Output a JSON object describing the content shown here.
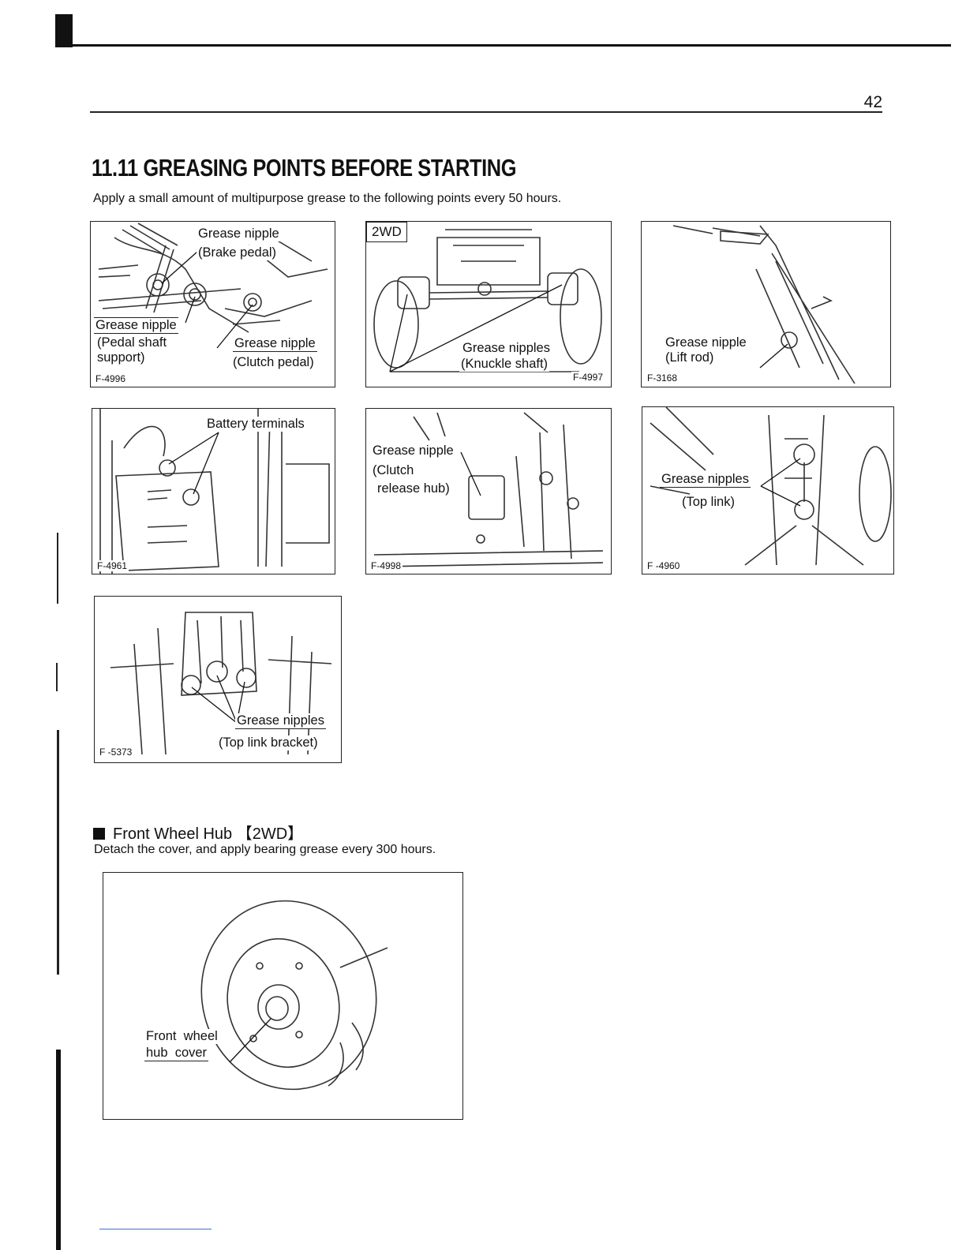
{
  "page": {
    "number": "42",
    "title": "11.11 GREASING POINTS BEFORE STARTING",
    "intro": "Apply a small amount of multipurpose grease to the following points every 50 hours."
  },
  "figures": [
    {
      "code": "F-4996",
      "labels": [
        "Grease nipple",
        "(Brake pedal)",
        "Grease nipple",
        "(Pedal shaft",
        "support)",
        "Grease nipple",
        "(Clutch pedal)"
      ]
    },
    {
      "code": "F-4997",
      "tag": "2WD",
      "labels": [
        "Grease nipples",
        "(Knuckle shaft)"
      ]
    },
    {
      "code": "F-3168",
      "labels": [
        "Grease nipple",
        "(Lift rod)"
      ]
    },
    {
      "code": "F-4961",
      "labels": [
        "Battery terminals"
      ]
    },
    {
      "code": "F-4998",
      "labels": [
        "Grease nipple",
        "(Clutch",
        "release hub)"
      ]
    },
    {
      "code": "F -4960",
      "labels": [
        "Grease nipples",
        "(Top link)"
      ]
    },
    {
      "code": "F -5373",
      "labels": [
        "Grease nipples",
        "(Top link bracket)"
      ]
    }
  ],
  "section": {
    "heading": "Front Wheel Hub  【2WD】",
    "description": "Detach the cover, and apply bearing grease every 300 hours.",
    "figure_labels": [
      "Front  wheel",
      "hub  cover"
    ]
  }
}
